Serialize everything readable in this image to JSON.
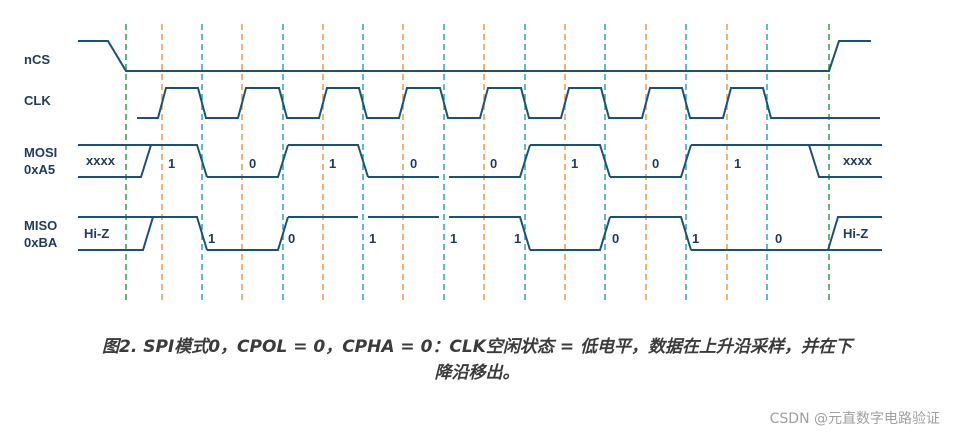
{
  "signals": {
    "ncs": "nCS",
    "clk": "CLK",
    "mosi": "MOSI",
    "mosi_value": "0xA5",
    "miso": "MISO",
    "miso_value": "0xBA"
  },
  "mosi": {
    "pre": "xxxx",
    "post": "xxxx",
    "bits": [
      "1",
      "0",
      "1",
      "0",
      "0",
      "1",
      "0",
      "1"
    ]
  },
  "miso": {
    "pre": "Hi-Z",
    "post": "Hi-Z",
    "bits": [
      "1",
      "0",
      "1",
      "1",
      "1",
      "0",
      "1",
      "0"
    ]
  },
  "caption": {
    "line1": "图2. SPI模式0，CPOL = 0，CPHA = 0：CLK空闲状态 = 低电平，数据在上升沿采样，并在下",
    "line2": "降沿移出。"
  },
  "watermark": "CSDN @元直数字电路验证",
  "colors": {
    "signal": "#1a5276",
    "cs_marker": "#3aa655",
    "sample_marker": "#f0a050",
    "shift_marker": "#3aa8c0"
  }
}
